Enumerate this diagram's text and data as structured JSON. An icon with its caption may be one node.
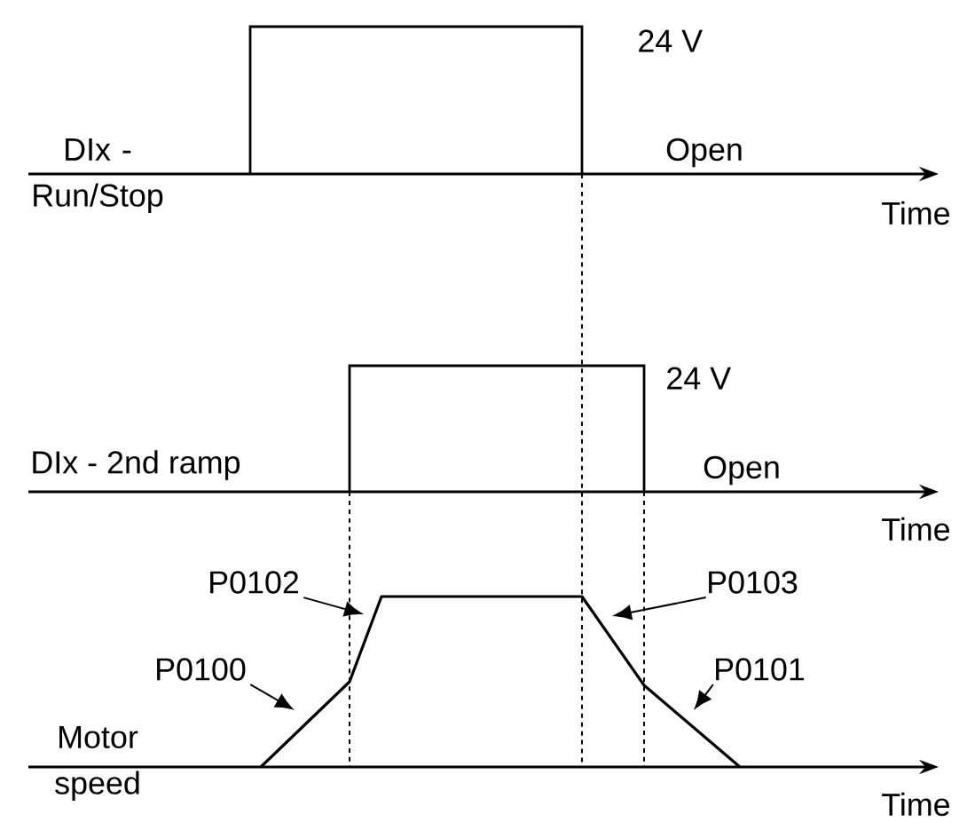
{
  "diagram": {
    "nodes": [
      {
        "text": [
          "P0102"
        ]
      },
      {
        "text": [
          "P0103"
        ]
      },
      {
        "text": [
          "P0100"
        ]
      },
      {
        "text": [
          "P0101"
        ]
      }
    ],
    "edges": [
      {
        "from": 0,
        "to": null,
        "arrow": "to"
      },
      {
        "from": 1,
        "to": null,
        "arrow": "to"
      },
      {
        "from": 2,
        "to": null,
        "arrow": "to"
      },
      {
        "from": 3,
        "to": null,
        "arrow": "to"
      }
    ],
    "labels": [
      "24 V",
      "DIx - Run/Stop",
      "Open",
      "Time",
      "24 V",
      "DIx - 2nd ramp",
      "Open",
      "Time",
      "Motor speed",
      "Time"
    ]
  }
}
